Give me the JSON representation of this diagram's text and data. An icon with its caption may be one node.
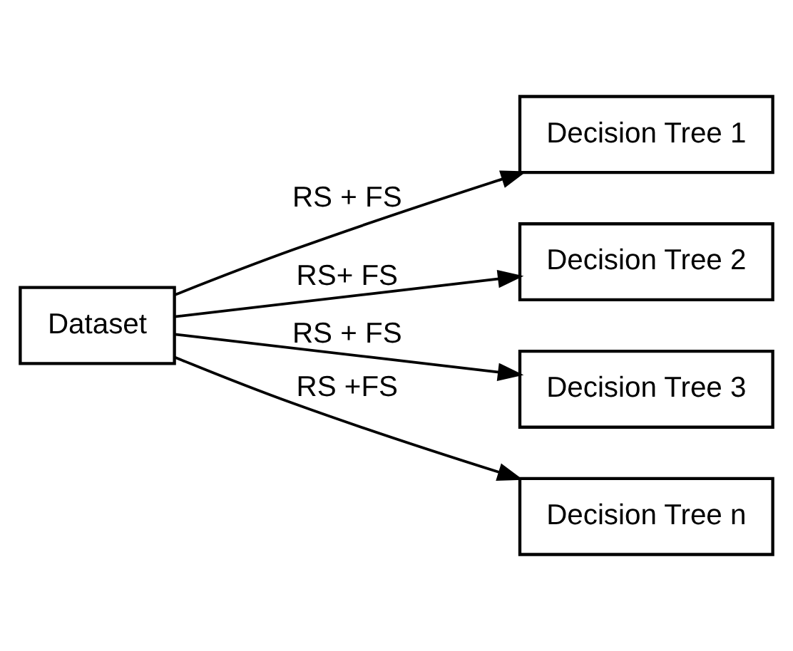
{
  "diagram": {
    "nodes": [
      {
        "text": [
          "Dataset"
        ]
      },
      {
        "text": [
          "Decision Tree 1"
        ]
      },
      {
        "text": [
          "Decision Tree 2"
        ]
      },
      {
        "text": [
          "Decision Tree 3"
        ]
      },
      {
        "text": [
          "Decision Tree n"
        ]
      }
    ],
    "edges": [
      {
        "from": 0,
        "to": 1,
        "arrow": "to",
        "label": "RS + FS"
      },
      {
        "from": 0,
        "to": 2,
        "arrow": "to",
        "label": "RS+ FS"
      },
      {
        "from": 0,
        "to": 3,
        "arrow": "to",
        "label": "RS + FS"
      },
      {
        "from": 0,
        "to": 4,
        "arrow": "to",
        "label": "RS +FS"
      }
    ]
  }
}
